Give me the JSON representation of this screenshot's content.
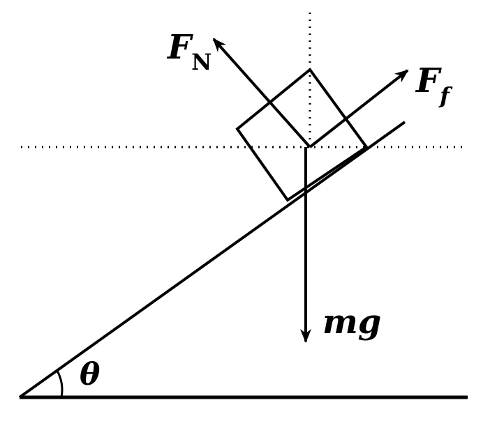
{
  "diagram": {
    "labels": {
      "normal_force": "F",
      "normal_force_subscript": "N",
      "friction_force": "F",
      "friction_force_subscript": "f",
      "weight": "mg",
      "angle": "θ"
    },
    "colors": {
      "stroke": "#000000",
      "background": "#ffffff"
    }
  }
}
